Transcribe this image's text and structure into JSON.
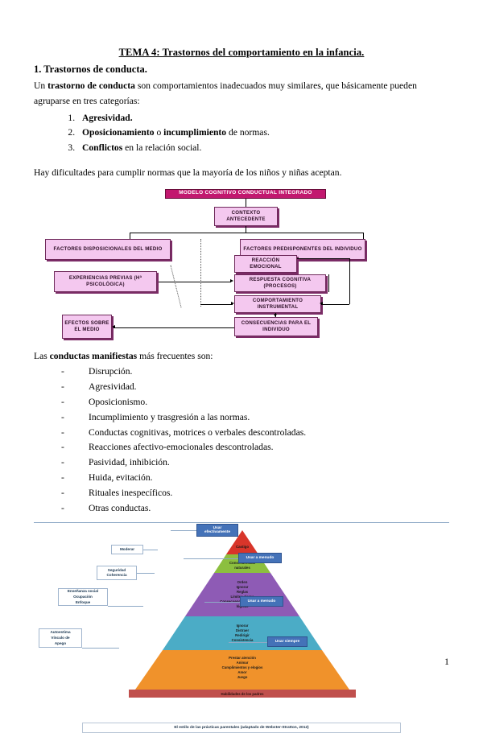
{
  "document": {
    "title": "TEMA 4: Trastornos del comportamiento en la infancia.",
    "section_1_heading": "1. Trastornos de conducta.",
    "intro_prefix": "Un ",
    "intro_bold": "trastorno de conducta",
    "intro_rest": " son comportamientos inadecuados muy similares, que básicamente pueden agruparse en tres categorías:",
    "categories": [
      {
        "bold": "Agresividad.",
        "rest": ""
      },
      {
        "bold": "Oposicionamiento",
        "mid": " o ",
        "bold2": "incumplimiento",
        "rest": " de normas."
      },
      {
        "bold": "Conflictos",
        "rest": " en la relación social."
      }
    ],
    "paragraph_dificultades": "Hay dificultades para cumplir normas que la mayoría de los niños y niñas aceptan.",
    "conductas_prefix": "Las ",
    "conductas_bold": "conductas manifiestas",
    "conductas_rest": " más frecuentes son:",
    "conductas_list": [
      "Disrupción.",
      "Agresividad.",
      "Oposicionismo.",
      "Incumplimiento y trasgresión a las normas.",
      "Conductas cognitivas, motrices o verbales descontroladas.",
      "Reacciones afectivo-emocionales descontroladas.",
      "Pasividad, inhibición.",
      "Huida, evitación.",
      "Rituales inespecíficos.",
      "Otras conductas."
    ],
    "page_number": "1"
  },
  "diagram_modelo": {
    "title": "MODELO COGNITIVO CONDUCTUAL INTEGRADO",
    "boxes": {
      "contexto": "CONTEXTO ANTECEDENTE",
      "factores_medio": "FACTORES DISPOSICIONALES DEL MEDIO",
      "factores_individuo": "FACTORES PREDISPONENTES DEL INDIVIDUO",
      "experiencias": "EXPERIENCIAS PREVIAS (Hª PSICOLÓGICA)",
      "reaccion": "REACCIÓN EMOCIONAL",
      "respuesta": "RESPUESTA COGNITIVA (PROCESOS)",
      "comportamiento": "COMPORTAMIENTO INSTRUMENTAL",
      "efectos": "EFECTOS SOBRE EL MEDIO",
      "consecuencias": "CONSECUENCIAS PARA EL INDIVIDUO"
    },
    "colors": {
      "title_fill": "#c2186f",
      "box_fill": "#f4c8ef",
      "box_border": "#6f2a5b"
    }
  },
  "diagram_piramide": {
    "caption": "El estilo de las prácticas parentales (adaptado de Webster-Stratton, 2012)",
    "levels": [
      {
        "name": "castigo",
        "color": "#d8352a",
        "text": "Castigo"
      },
      {
        "name": "consecuencias",
        "color": "#8cbf3f",
        "text": "Consecuencias\nnaturales"
      },
      {
        "name": "limites",
        "color": "#8e5bb5",
        "text": "Orden\nIgnorar\nReglas\nLímites claros\nConsecuencias naturales y\nlógicas"
      },
      {
        "name": "reenfoque",
        "color": "#4bacc6",
        "text": "Ignorar\nDistraer\nRedirigir\nConsistencia"
      },
      {
        "name": "base",
        "color": "#f0922b",
        "text": "Prestar atención\nAnimar\nCumplimientos y elogios\nAmor\nJuego"
      },
      {
        "name": "cimiento",
        "color": "#c0504d",
        "text": "Habilidades de los padres"
      }
    ],
    "left_labels": [
      {
        "name": "moderar",
        "text": "Moderar"
      },
      {
        "name": "seguridad-coherencia",
        "text": "Seguridad\nCoherencia"
      },
      {
        "name": "ensenar",
        "text": "Enseñanza social\nOcupación\nEnfoque"
      },
      {
        "name": "autoestima",
        "text": "Autoestima\nVínculo de\nApego"
      }
    ],
    "flags": [
      {
        "name": "usar-efectivamente",
        "text": "Usar\nefectivamente"
      },
      {
        "name": "usar-a-menudo",
        "text": "Usar a menudo"
      },
      {
        "name": "usar-a-menudo-2",
        "text": "Usar a menudo"
      },
      {
        "name": "usar-siempre",
        "text": "Usar siempre"
      }
    ],
    "colors": {
      "flag_fill": "#4472b8",
      "connector": "#8ea9c6"
    }
  }
}
